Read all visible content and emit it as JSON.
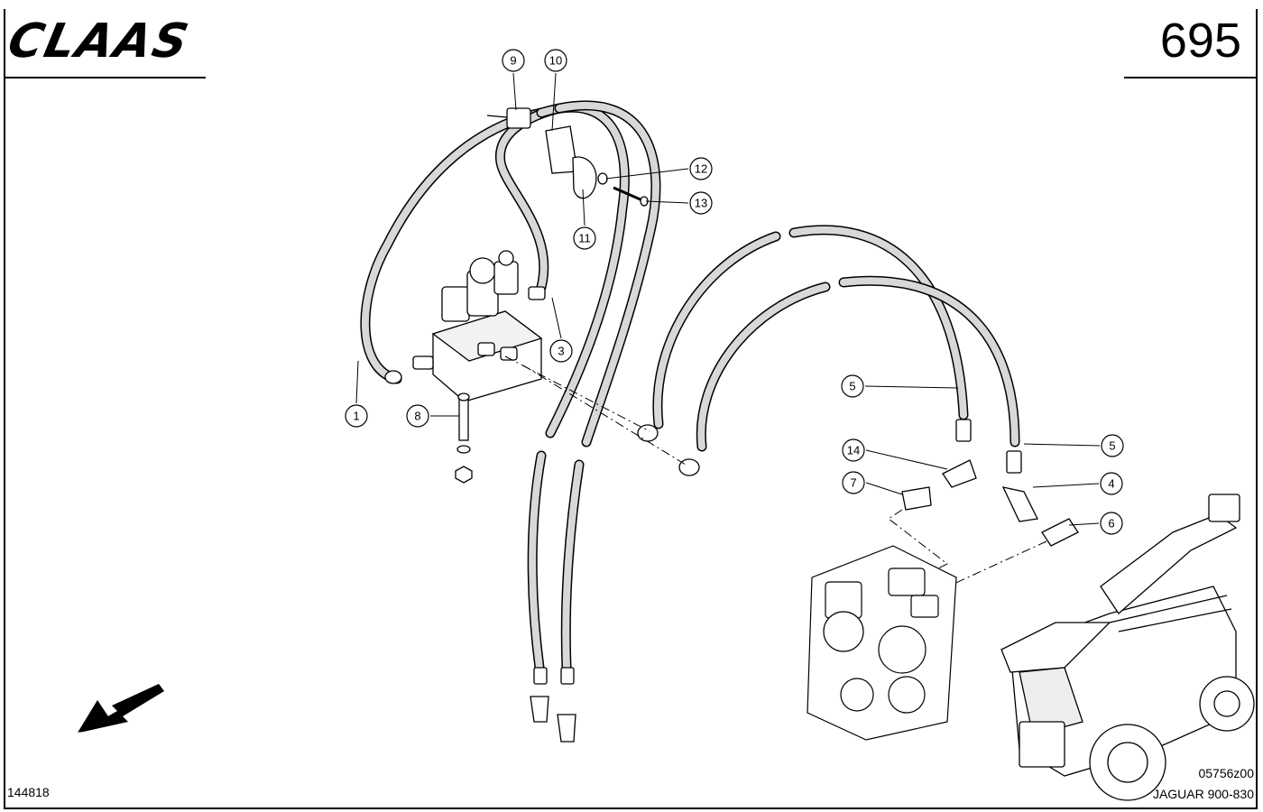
{
  "header": {
    "brand": "CLAAS",
    "page_number": "695"
  },
  "footer": {
    "drawing_id": "144818",
    "figure_code": "05756z00",
    "model": "JAGUAR 900-830"
  },
  "callouts": [
    "9",
    "10",
    "12",
    "13",
    "11",
    "3",
    "1",
    "8",
    "5",
    "5",
    "14",
    "4",
    "7",
    "6"
  ]
}
